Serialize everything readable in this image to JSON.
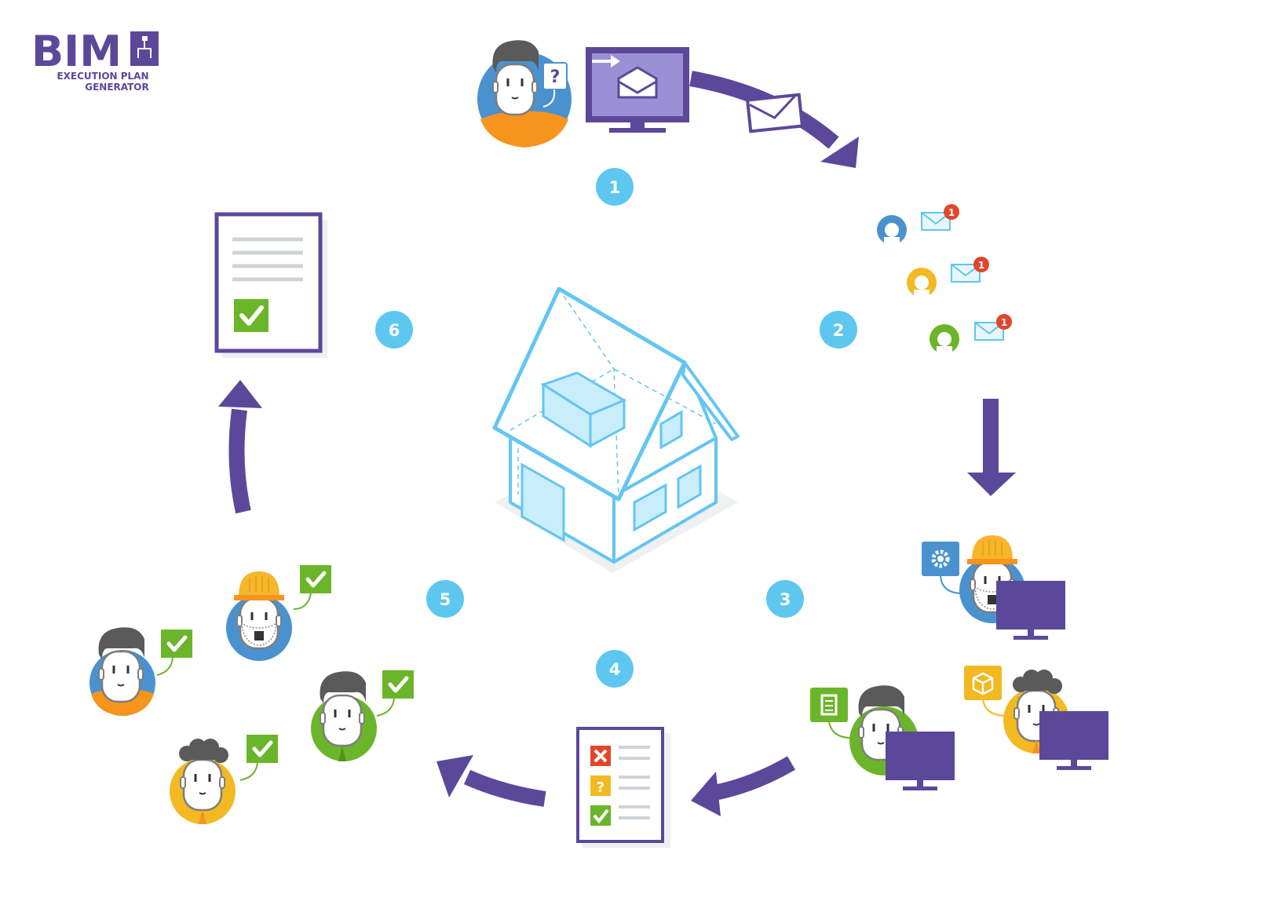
{
  "logo": {
    "wordmark": "BIM",
    "line1": "EXECUTION PLAN",
    "line2": "GENERATOR"
  },
  "steps": [
    "1",
    "2",
    "3",
    "4",
    "5",
    "6"
  ],
  "notification_count": "1",
  "question_mark": "?",
  "colors": {
    "purple": "#5b489a",
    "light_purple": "#9b90d6",
    "blue_badge": "#5dc7ef",
    "house_blue": "#64c5f2",
    "house_fill": "#c9edfb",
    "green": "#6bb52a",
    "yellow": "#f2b922",
    "orange": "#f7941d",
    "avatar_blue": "#4a92cf",
    "red": "#e0472a",
    "gray": "#cfd3d8"
  },
  "icons": {
    "dev_question": "question-icon",
    "dev_monitor": "monitor-envelope-icon",
    "notifications": "envelope-notification-icon",
    "settings": "gear-icon",
    "document": "document-icon",
    "model": "cube-icon",
    "check": "checkmark-icon",
    "reject": "x-icon",
    "house": "house-blueprint-icon"
  }
}
